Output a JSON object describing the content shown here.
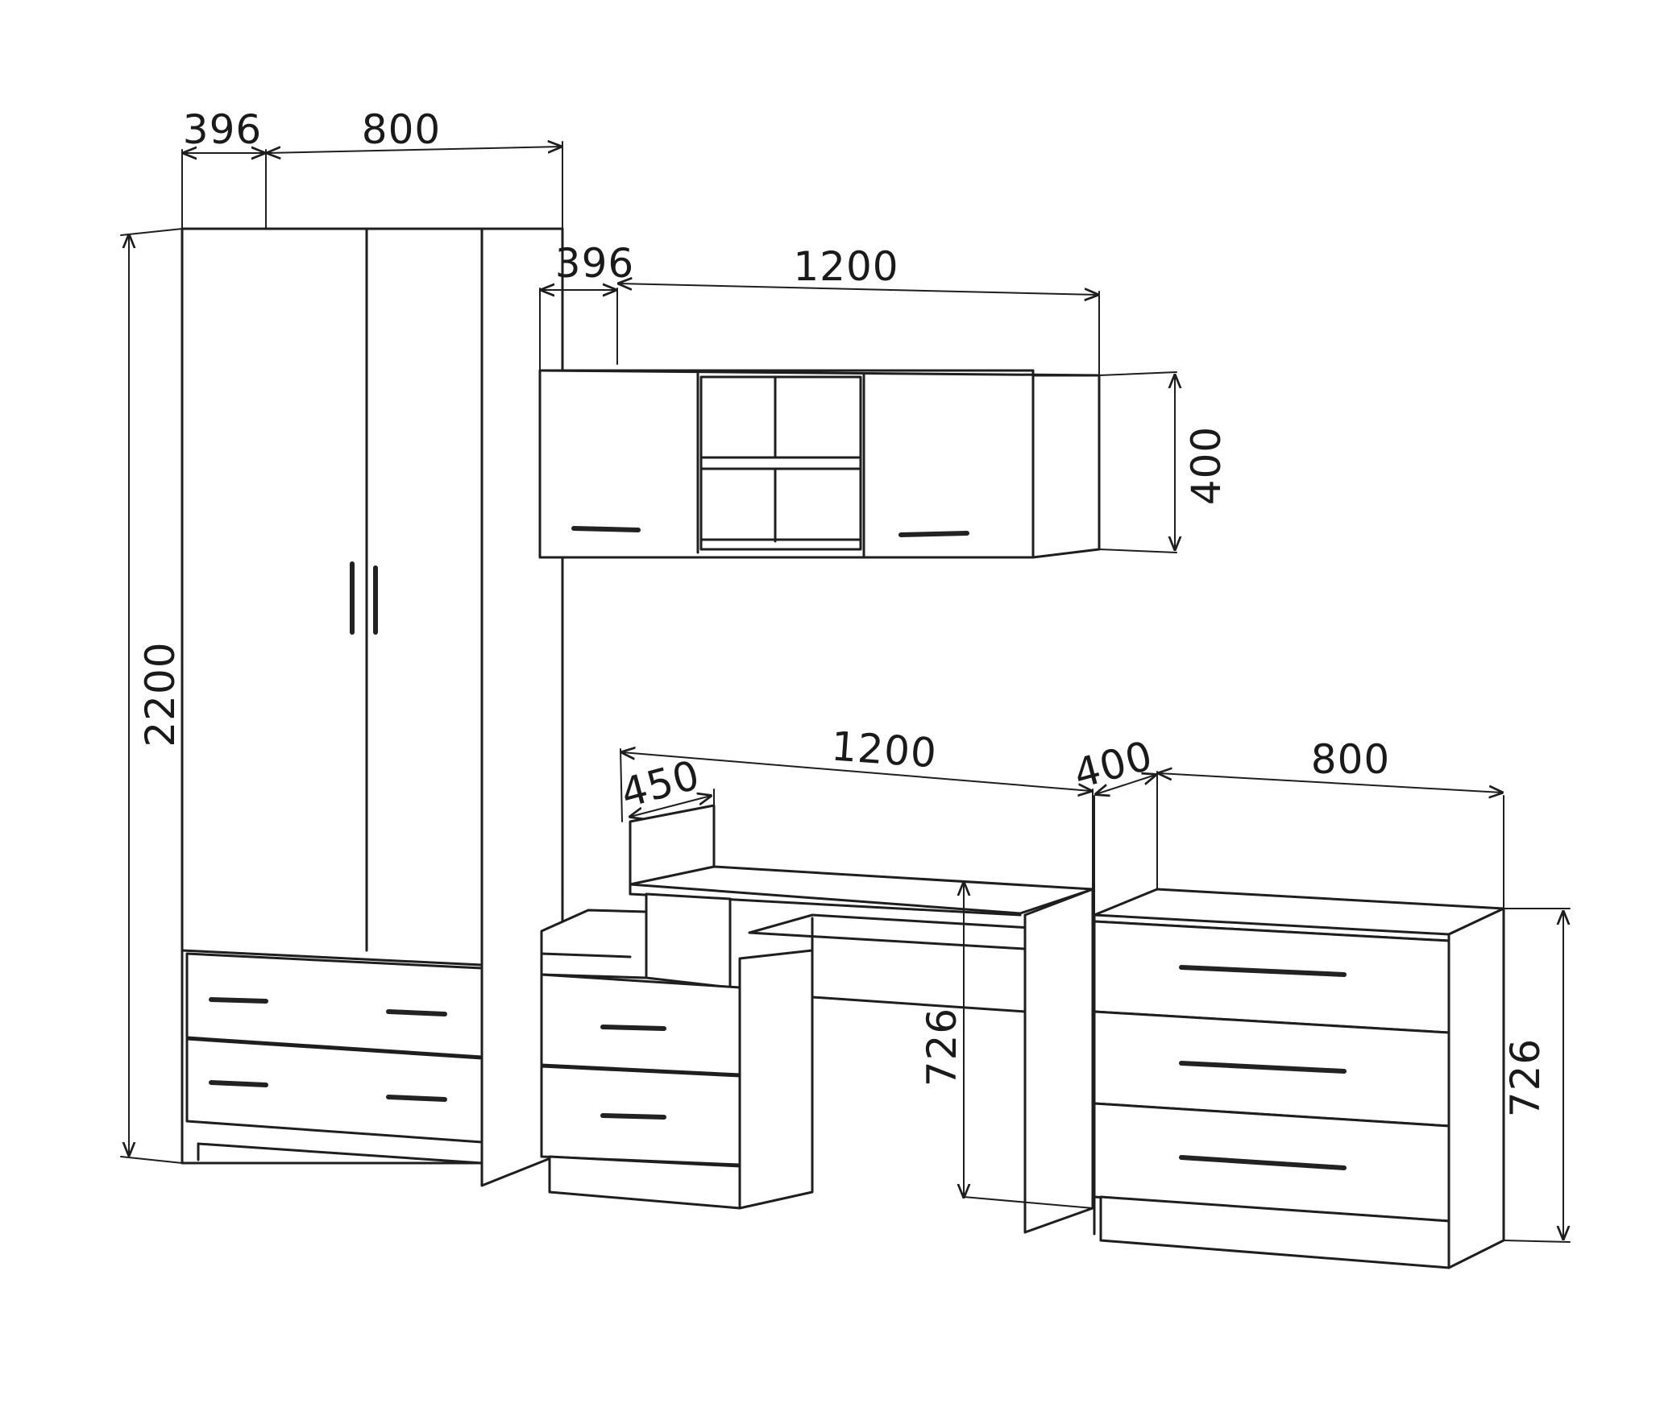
{
  "diagram": {
    "colors": {
      "line": "#1e1e1e",
      "background": "#ffffff"
    },
    "wardrobe": {
      "depth_label": "396",
      "width_label": "800",
      "height_label": "2200"
    },
    "wall_cabinet": {
      "depth_label": "396",
      "width_label": "1200",
      "height_label": "400"
    },
    "desk": {
      "width_label": "1200",
      "shelf_depth_label": "450",
      "height_label": "726"
    },
    "dresser": {
      "depth_label": "400",
      "width_label": "800",
      "height_label": "726"
    }
  }
}
